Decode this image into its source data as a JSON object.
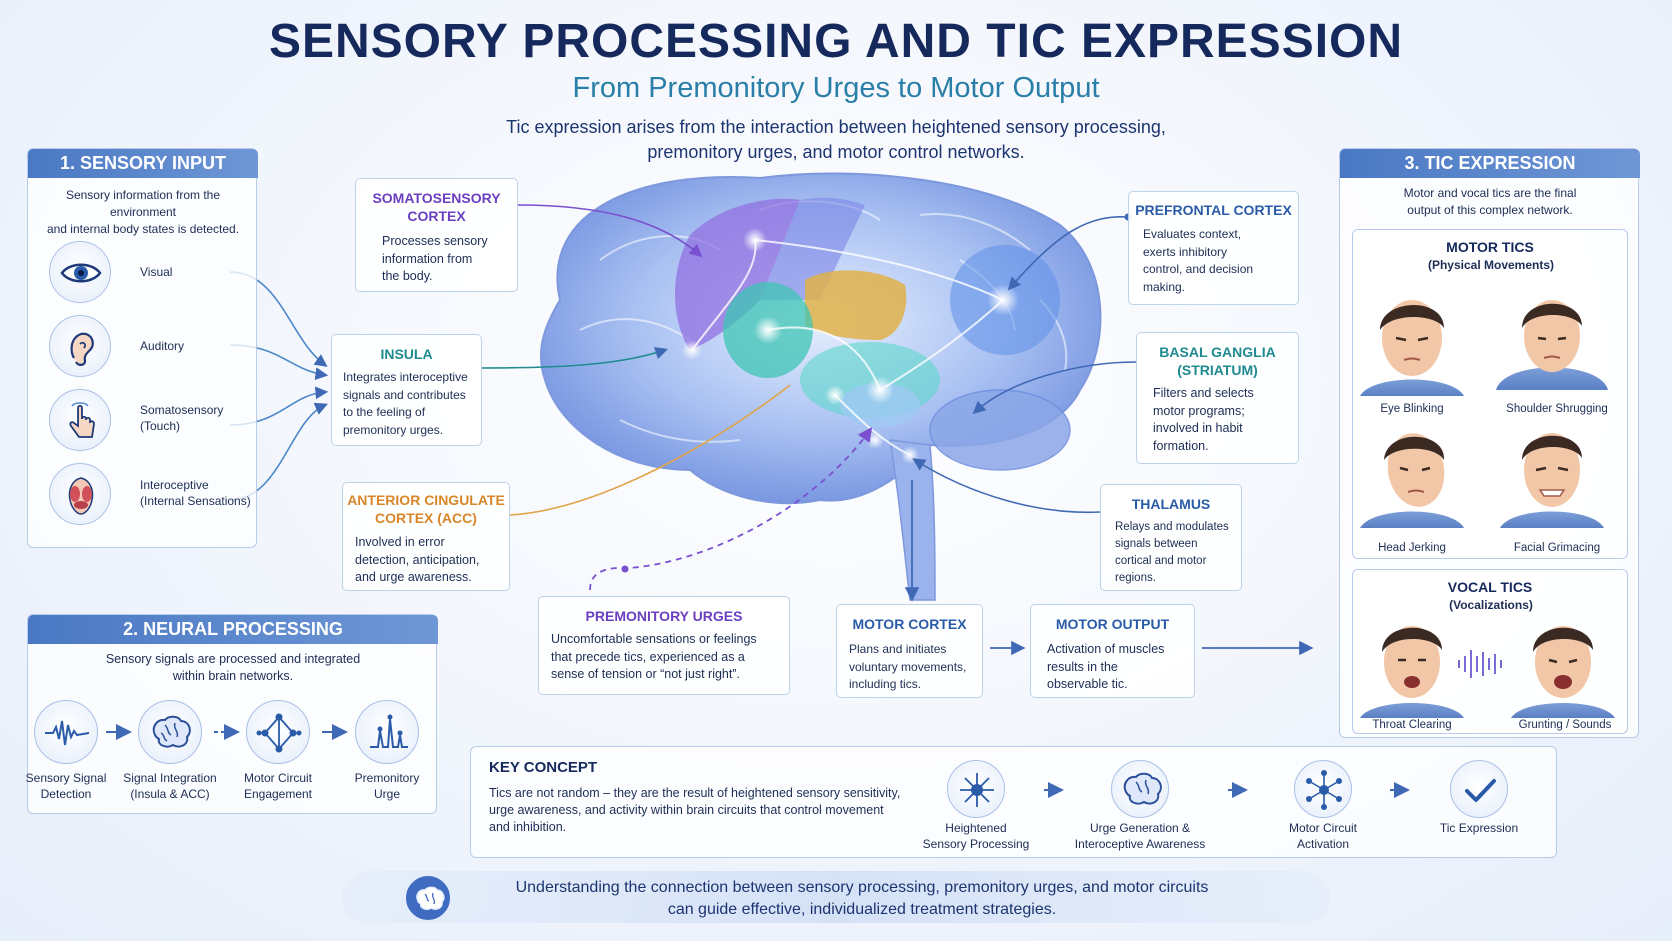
{
  "header": {
    "title": "SENSORY PROCESSING AND TIC EXPRESSION",
    "subtitle": "From Premonitory Urges to Motor Output",
    "intro_line1": "Tic expression arises from the interaction between heightened sensory processing,",
    "intro_line2": "premonitory urges, and motor control networks."
  },
  "sensory_input": {
    "title": "1. SENSORY INPUT",
    "desc_line1": "Sensory information from the environment",
    "desc_line2": "and internal body states is detected.",
    "items": [
      {
        "label": "Visual",
        "icon": "eye-icon"
      },
      {
        "label": "Auditory",
        "icon": "ear-icon"
      },
      {
        "label": "Somatosensory",
        "label2": "(Touch)",
        "icon": "hand-touch-icon"
      },
      {
        "label": "Interoceptive",
        "label2": "(Internal Sensations)",
        "icon": "organs-icon"
      }
    ]
  },
  "neural_processing": {
    "title": "2. NEURAL PROCESSING",
    "desc_line1": "Sensory signals are processed and integrated",
    "desc_line2": "within brain networks.",
    "steps": [
      {
        "label1": "Sensory Signal",
        "label2": "Detection",
        "icon": "waveform-icon"
      },
      {
        "label1": "Signal Integration",
        "label2": "(Insula & ACC)",
        "icon": "brain-icon"
      },
      {
        "label1": "Motor Circuit",
        "label2": "Engagement",
        "icon": "network-icon"
      },
      {
        "label1": "Premonitory",
        "label2": "Urge",
        "icon": "signal-peaks-icon"
      }
    ]
  },
  "regions": {
    "somatosensory": {
      "title1": "SOMATOSENSORY",
      "title2": "CORTEX",
      "desc": [
        "Processes sensory",
        "information from",
        "the body."
      ],
      "color": "#6a3fc0"
    },
    "insula": {
      "title1": "INSULA",
      "desc": [
        "Integrates interoceptive",
        "signals and contributes",
        "to the feeling of",
        "premonitory urges."
      ],
      "color": "#1f8a8f"
    },
    "acc": {
      "title1": "ANTERIOR CINGULATE",
      "title2": "CORTEX (ACC)",
      "desc": [
        "Involved in error",
        "detection, anticipation,",
        "and urge awareness."
      ],
      "color": "#d9862a"
    },
    "prefrontal": {
      "title1": "PREFRONTAL CORTEX",
      "desc": [
        "Evaluates context,",
        "exerts inhibitory",
        "control, and decision",
        "making."
      ],
      "color": "#2a5ba8"
    },
    "basal_ganglia": {
      "title1": "BASAL GANGLIA",
      "title2": "(STRIATUM)",
      "desc": [
        "Filters and selects",
        "motor programs;",
        "involved in habit",
        "formation."
      ],
      "color": "#1f8a8f"
    },
    "thalamus": {
      "title1": "THALAMUS",
      "desc": [
        "Relays and modulates",
        "signals between",
        "cortical and motor",
        "regions."
      ],
      "color": "#2a5ba8"
    },
    "premonitory": {
      "title1": "PREMONITORY URGES",
      "desc": [
        "Uncomfortable sensations or feelings",
        "that precede tics, experienced as a",
        "sense of tension or “not just right”."
      ],
      "color": "#6a3fc0"
    },
    "motor_cortex": {
      "title1": "MOTOR CORTEX",
      "desc": [
        "Plans and initiates",
        "voluntary movements,",
        "including tics."
      ],
      "color": "#2a5ba8"
    },
    "motor_output": {
      "title1": "MOTOR OUTPUT",
      "desc": [
        "Activation of muscles",
        "results in the",
        "observable tic."
      ],
      "color": "#2a5ba8"
    }
  },
  "tic_expression": {
    "title": "3. TIC EXPRESSION",
    "desc_line1": "Motor and vocal tics are the final",
    "desc_line2": "output of this complex network.",
    "motor": {
      "title": "MOTOR TICS",
      "sub": "(Physical Movements)",
      "items": [
        "Eye Blinking",
        "Shoulder Shrugging",
        "Head Jerking",
        "Facial Grimacing"
      ]
    },
    "vocal": {
      "title": "VOCAL TICS",
      "sub": "(Vocalizations)",
      "items": [
        "Throat Clearing",
        "Grunting / Sounds"
      ]
    }
  },
  "key_concept": {
    "title": "KEY CONCEPT",
    "text": [
      "Tics are not random – they are the result of heightened sensory sensitivity,",
      "urge awareness, and activity within brain circuits that control movement",
      "and inhibition."
    ],
    "steps": [
      {
        "label1": "Heightened",
        "label2": "Sensory Processing",
        "icon": "neuron-icon"
      },
      {
        "label1": "Urge Generation &",
        "label2": "Interoceptive Awareness",
        "icon": "brain-icon"
      },
      {
        "label1": "Motor Circuit",
        "label2": "Activation",
        "icon": "network-icon"
      },
      {
        "label1": "Tic Expression",
        "label2": "",
        "icon": "checkmark-icon"
      }
    ]
  },
  "footer": {
    "line1": "Understanding the connection between sensory processing, premonitory urges, and motor circuits",
    "line2": "can guide effective, individualized treatment strategies."
  },
  "colors": {
    "accent": "#4a78c3",
    "navy": "#16295c",
    "teal": "#2a7fa8",
    "purple": "#6a3fc0",
    "orange": "#d9862a"
  }
}
